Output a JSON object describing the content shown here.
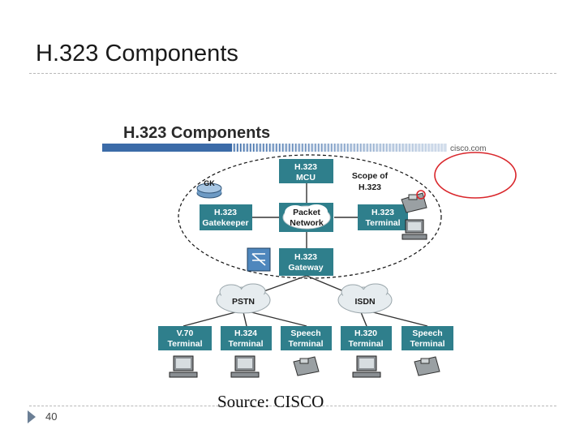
{
  "slide": {
    "title": "H.323 Components",
    "page_number": "40",
    "source": "Source: CISCO"
  },
  "figure": {
    "title": "H.323 Components",
    "brand": "cisco.com",
    "scope_label": [
      "Scope of",
      "H.323"
    ],
    "gatekeeper_icon_label": "GK",
    "boxes": {
      "mcu": [
        "H.323",
        "MCU"
      ],
      "gatekeeper": [
        "H.323",
        "Gatekeeper"
      ],
      "packet_network": [
        "Packet",
        "Network"
      ],
      "h323_terminal": [
        "H.323",
        "Terminal"
      ],
      "gateway": [
        "H.323",
        "Gateway"
      ],
      "pstn": "PSTN",
      "isdn": "ISDN",
      "v70": [
        "V.70",
        "Terminal"
      ],
      "h324": [
        "H.324",
        "Terminal"
      ],
      "speech1": [
        "Speech",
        "Terminal"
      ],
      "h320": [
        "H.320",
        "Terminal"
      ],
      "speech2": [
        "Speech",
        "Terminal"
      ]
    }
  },
  "colors": {
    "box_teal": "#2f7f8c",
    "banner_blue": "#3b6ba8",
    "annotation_red": "#d9262b"
  }
}
